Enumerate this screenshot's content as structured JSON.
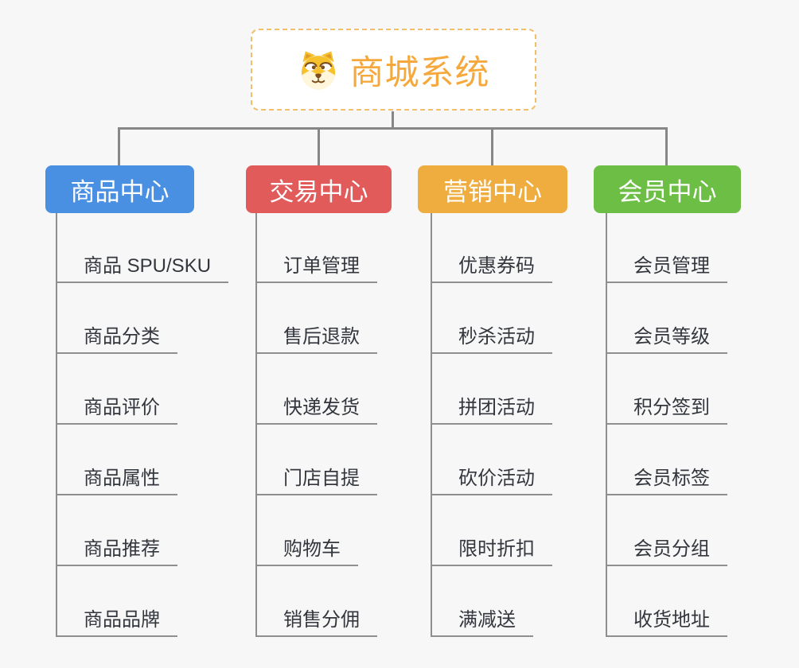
{
  "page": {
    "background_color": "#F7F7F7"
  },
  "root": {
    "title": "商城系统",
    "icon": "dog-face-icon",
    "text_color": "#F5A83C",
    "border_color": "#F2BE6B",
    "background_color": "#FFFFFF"
  },
  "connectors": {
    "tree_line_color": "#878787",
    "child_line_color": "#8F8F8F"
  },
  "child_text_color": "#33373D",
  "branches": [
    {
      "label": "商品中心",
      "color": "#4A90E2",
      "children": [
        "商品 SPU/SKU",
        "商品分类",
        "商品评价",
        "商品属性",
        "商品推荐",
        "商品品牌"
      ]
    },
    {
      "label": "交易中心",
      "color": "#E25B5B",
      "children": [
        "订单管理",
        "售后退款",
        "快递发货",
        "门店自提",
        "购物车",
        "销售分佣"
      ]
    },
    {
      "label": "营销中心",
      "color": "#EFAD3F",
      "children": [
        "优惠券码",
        "秒杀活动",
        "拼团活动",
        "砍价活动",
        "限时折扣",
        "满减送"
      ]
    },
    {
      "label": "会员中心",
      "color": "#6CBE44",
      "children": [
        "会员管理",
        "会员等级",
        "积分签到",
        "会员标签",
        "会员分组",
        "收货地址"
      ]
    }
  ]
}
